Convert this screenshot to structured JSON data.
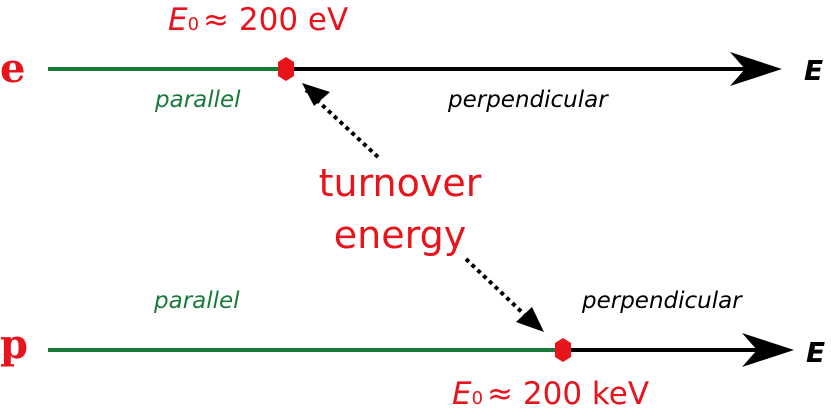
{
  "electron": {
    "particle_label": "e",
    "energy_symbol": "E",
    "energy_subscript": "0",
    "turnover_value": "≈ 200 eV",
    "parallel_label": "parallel",
    "perpendicular_label": "perpendicular",
    "axis_label": "E"
  },
  "proton": {
    "particle_label": "p",
    "energy_symbol": "E",
    "energy_subscript": "0",
    "turnover_value": "≈ 200 keV",
    "parallel_label": "parallel",
    "perpendicular_label": "perpendicular",
    "axis_label": "E"
  },
  "callout": {
    "line1": "turnover",
    "line2": "energy"
  },
  "colors": {
    "red": "#e8141c",
    "green": "#1a7a3a",
    "black": "#000000"
  }
}
